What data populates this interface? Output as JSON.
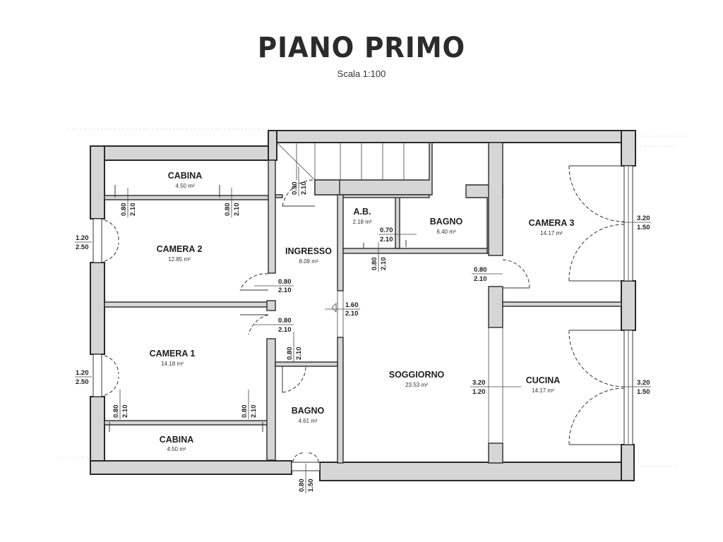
{
  "header": {
    "title": "PIANO PRIMO",
    "scale": "Scala 1:100"
  },
  "rooms": {
    "cabina_top": {
      "name": "CABINA",
      "area": "4.50 m²"
    },
    "camera2": {
      "name": "CAMERA 2",
      "area": "12.85 m²"
    },
    "camera1": {
      "name": "CAMERA 1",
      "area": "14.18 m²"
    },
    "cabina_bottom": {
      "name": "CABINA",
      "area": "4.50 m²"
    },
    "ingresso": {
      "name": "INGRESSO",
      "area": "8.09 m²"
    },
    "ab": {
      "name": "A.B.",
      "area": "2.18 m²"
    },
    "bagno_top": {
      "name": "BAGNO",
      "area": "6.40 m²"
    },
    "bagno_bottom": {
      "name": "BAGNO",
      "area": "4.61 m²"
    },
    "soggiorno": {
      "name": "SOGGIORNO",
      "area": "23.53 m²"
    },
    "camera3": {
      "name": "CAMERA 3",
      "area": "14.17 m²"
    },
    "cucina": {
      "name": "CUCINA",
      "area": "14.17 m²"
    }
  },
  "openings": {
    "win_cam2": {
      "w": "1.20",
      "h": "2.50"
    },
    "win_cam1": {
      "w": "1.20",
      "h": "2.50"
    },
    "win_cam3": {
      "w": "3.20",
      "h": "1.50"
    },
    "win_cucina": {
      "w": "3.20",
      "h": "1.50"
    },
    "win_bagno": {
      "w": "0.80",
      "h": "1.50"
    },
    "door_stair": {
      "w": "0.90",
      "h": "2.10"
    },
    "door_cab_top_l": {
      "w": "0.80",
      "h": "2.10"
    },
    "door_cab_top_r": {
      "w": "0.80",
      "h": "2.10"
    },
    "door_cam2": {
      "w": "0.80",
      "h": "2.10"
    },
    "door_cam1": {
      "w": "0.80",
      "h": "2.10"
    },
    "door_bagno": {
      "w": "0.80",
      "h": "2.10"
    },
    "door_ab": {
      "w": "0.70",
      "h": "2.10"
    },
    "door_ab_bagno": {
      "w": "0.80",
      "h": "2.10"
    },
    "door_ingresso": {
      "w": "1.60",
      "h": "2.10"
    },
    "door_cam3": {
      "w": "0.80",
      "h": "2.10"
    },
    "open_sogg_cuc": {
      "w": "3.20",
      "h": "1.20"
    },
    "door_cab_bot_l": {
      "w": "0.80",
      "h": "2.10"
    },
    "door_cab_bot_r": {
      "w": "0.80",
      "h": "2.10"
    }
  }
}
